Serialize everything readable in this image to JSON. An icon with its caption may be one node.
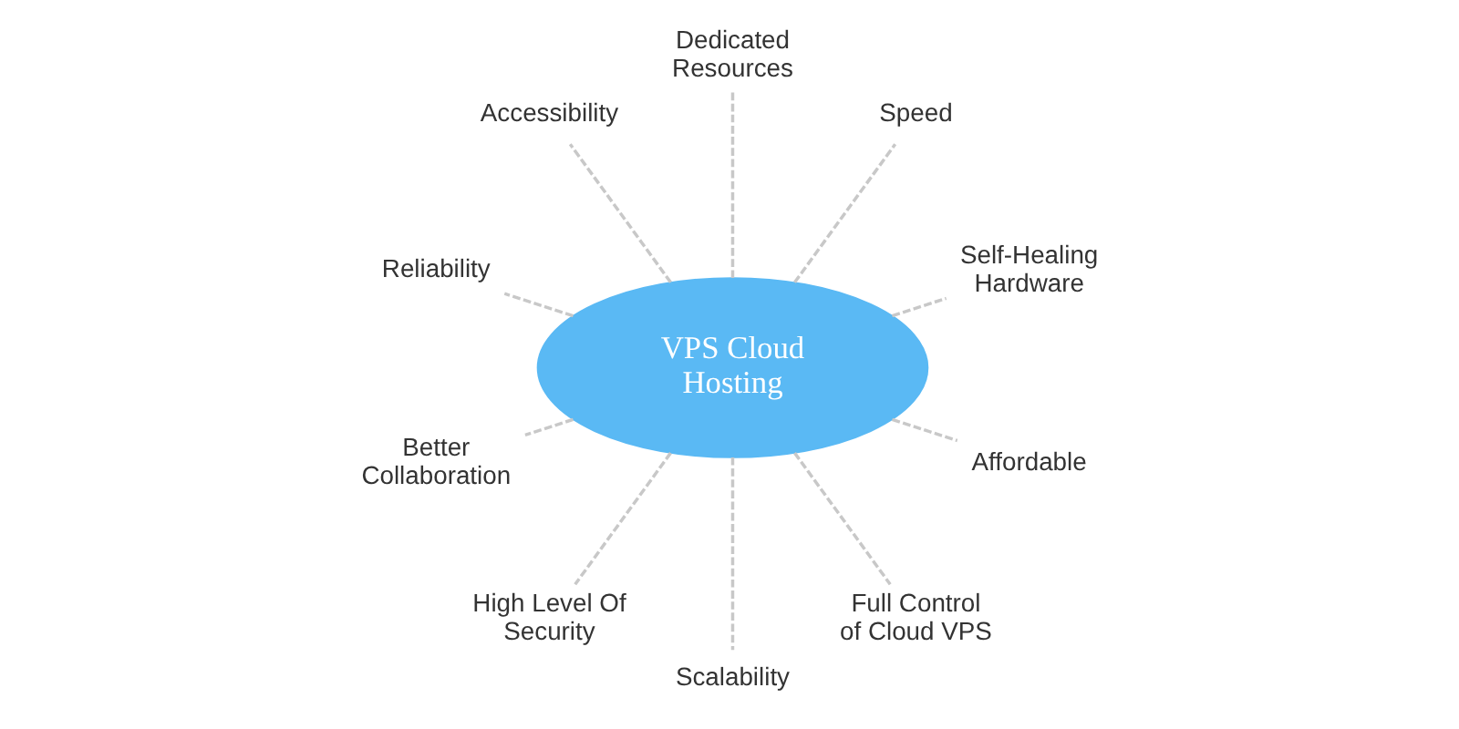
{
  "diagram": {
    "nodes": [
      {
        "text": [
          "VPS Cloud Hosting"
        ]
      },
      {
        "text": [
          "Self-Healing Hardware"
        ]
      },
      {
        "text": [
          "Speed"
        ]
      },
      {
        "text": [
          "Dedicated Resources"
        ]
      },
      {
        "text": [
          "Accessibility"
        ]
      },
      {
        "text": [
          "Reliability"
        ]
      },
      {
        "text": [
          "Better Collaboration"
        ]
      },
      {
        "text": [
          "High Level Of Security"
        ]
      },
      {
        "text": [
          "Scalability"
        ]
      },
      {
        "text": [
          "Full Control of Cloud VPS"
        ]
      },
      {
        "text": [
          "Affordable"
        ]
      }
    ],
    "edges": [
      {
        "from": 0,
        "to": 1,
        "arrow": "none",
        "style": "dashed"
      },
      {
        "from": 0,
        "to": 2,
        "arrow": "none",
        "style": "dashed"
      },
      {
        "from": 0,
        "to": 3,
        "arrow": "none",
        "style": "dashed"
      },
      {
        "from": 0,
        "to": 5,
        "arrow": "none",
        "style": "dashed"
      },
      {
        "from": 0,
        "to": 7,
        "arrow": "none",
        "style": "dashed"
      },
      {
        "from": 0,
        "to": 10,
        "arrow": "none",
        "style": "dashed"
      },
      {
        "from": 0,
        "to": 9,
        "arrow": "none",
        "style": "dashed"
      },
      {
        "from": 0,
        "to": 8,
        "arrow": "none",
        "style": "dashed"
      },
      {
        "from": 0,
        "to": 6,
        "arrow": "none",
        "style": "dashed"
      },
      {
        "from": 0,
        "to": 4,
        "arrow": "none",
        "style": "dashed"
      }
    ]
  }
}
